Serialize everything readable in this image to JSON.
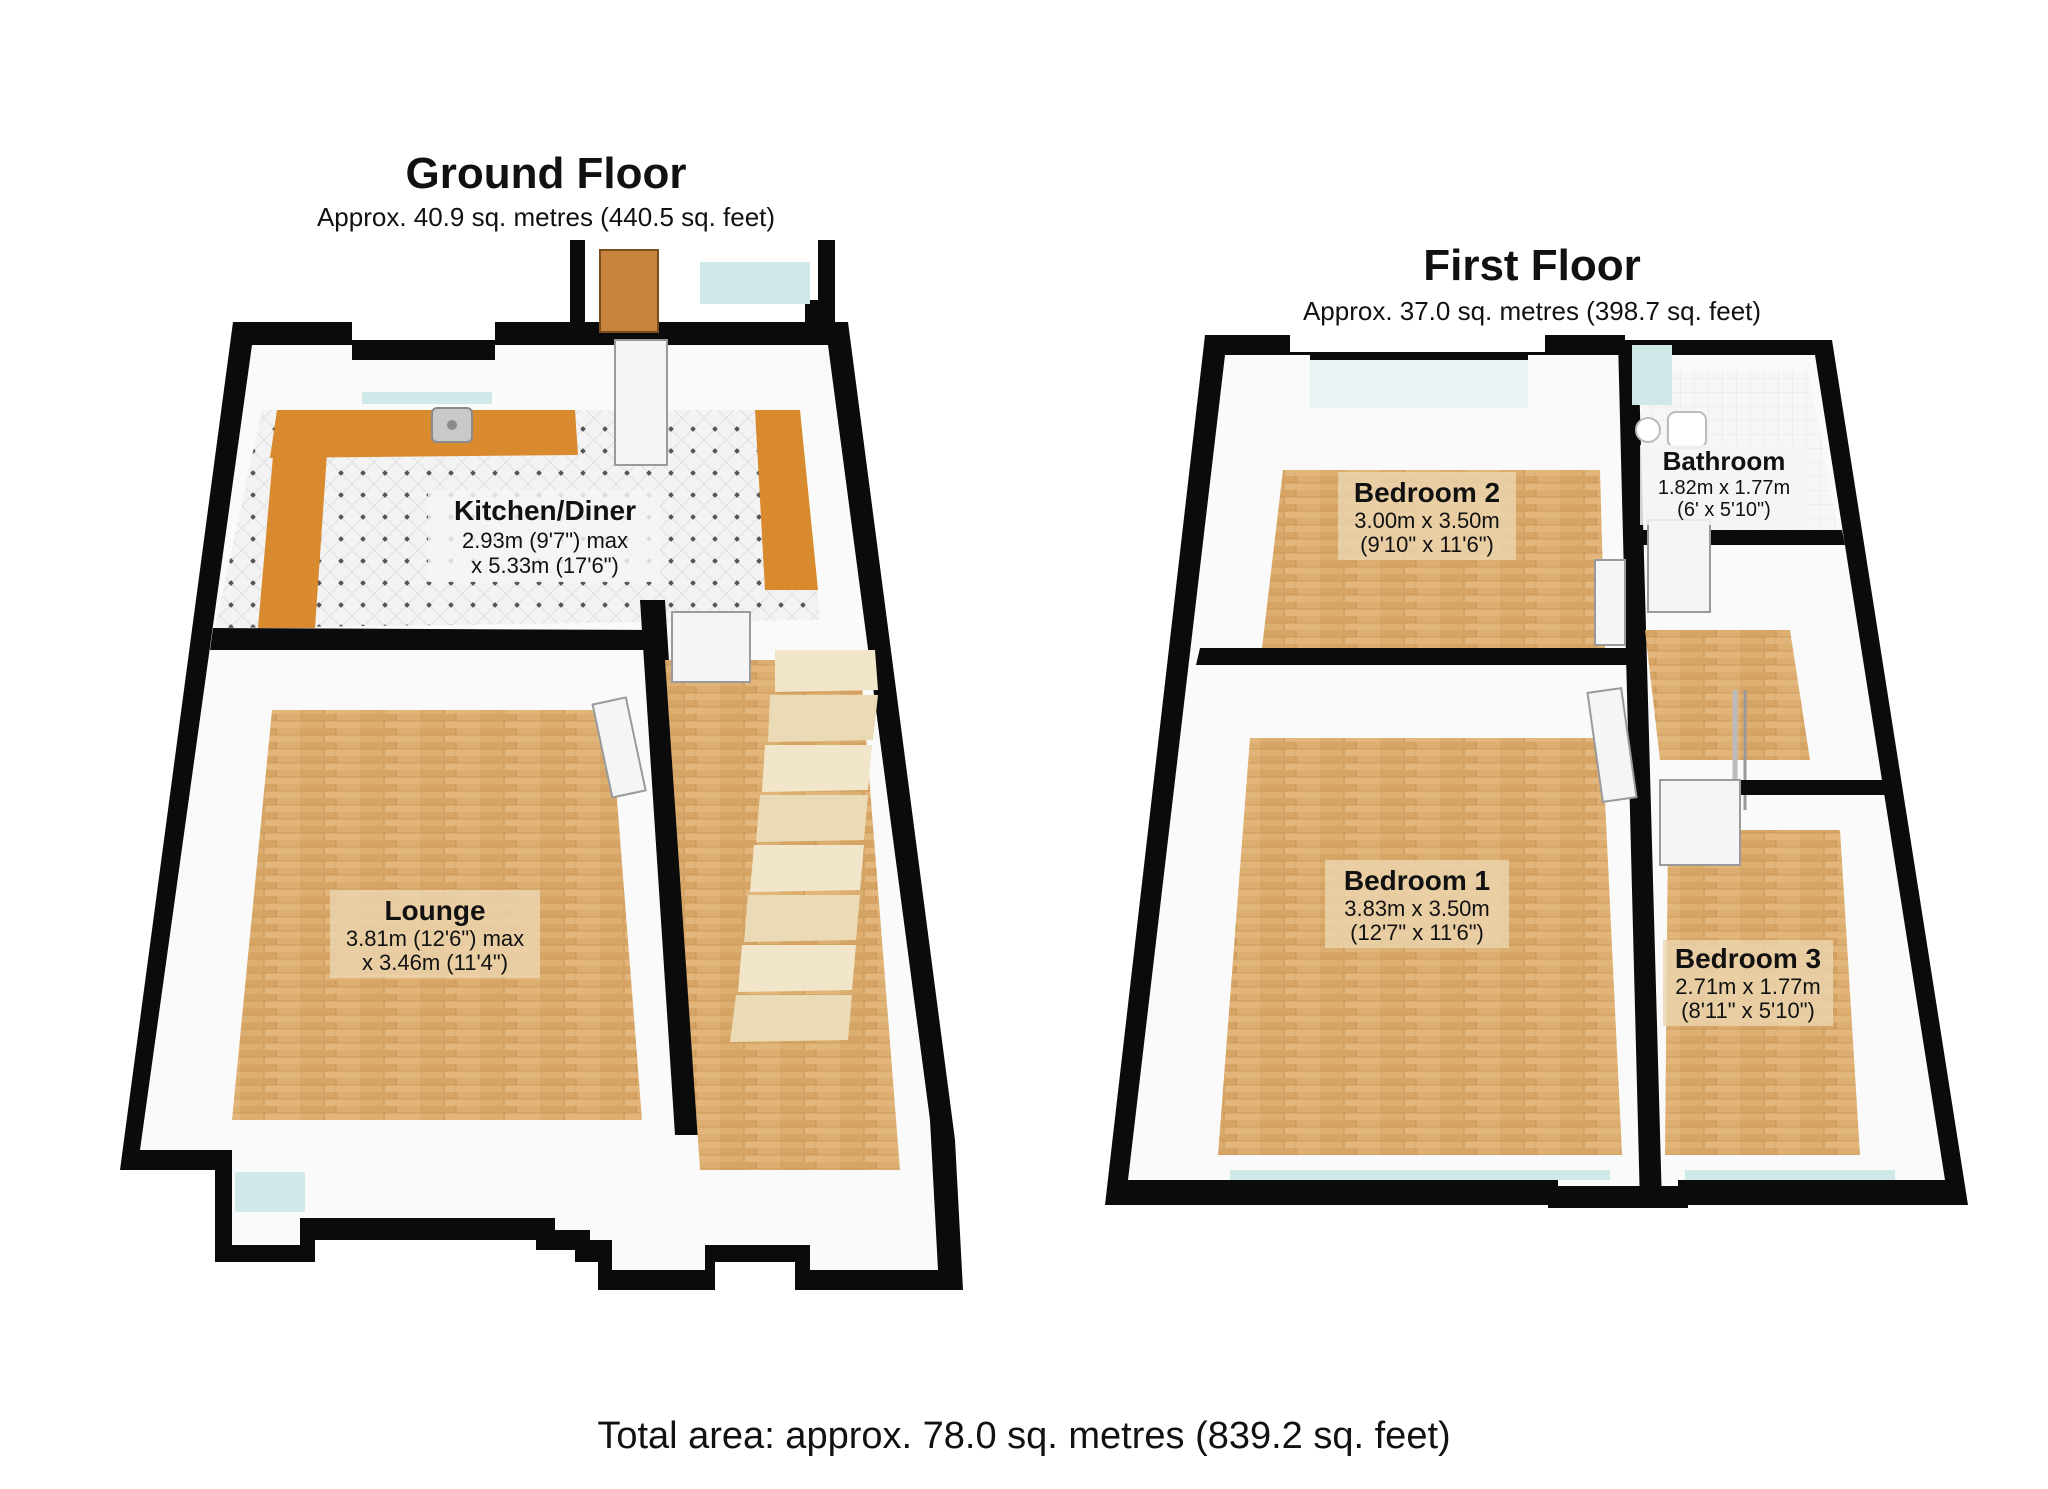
{
  "ground_floor": {
    "title": "Ground Floor",
    "area": "Approx. 40.9 sq. metres (440.5 sq. feet)",
    "rooms": {
      "kitchen": {
        "name": "Kitchen/Diner",
        "dim1": "2.93m (9'7\") max",
        "dim2": "x 5.33m (17'6\")"
      },
      "lounge": {
        "name": "Lounge",
        "dim1": "3.81m (12'6\") max",
        "dim2": "x 3.46m (11'4\")"
      }
    }
  },
  "first_floor": {
    "title": "First Floor",
    "area": "Approx. 37.0 sq. metres (398.7 sq. feet)",
    "rooms": {
      "bedroom2": {
        "name": "Bedroom 2",
        "dim1": "3.00m x 3.50m",
        "dim2": "(9'10\" x 11'6\")"
      },
      "bathroom": {
        "name": "Bathroom",
        "dim1": "1.82m x 1.77m",
        "dim2": "(6' x 5'10\")"
      },
      "bedroom1": {
        "name": "Bedroom 1",
        "dim1": "3.83m x 3.50m",
        "dim2": "(12'7\" x 11'6\")"
      },
      "bedroom3": {
        "name": "Bedroom 3",
        "dim1": "2.71m x 1.77m",
        "dim2": "(8'11\" x 5'10\")"
      }
    }
  },
  "total_area": "Total area: approx. 78.0 sq. metres (839.2 sq. feet)",
  "colors": {
    "wall": "#0b0b0b",
    "wood_floor": "#d9a96a",
    "tile_floor": "#f1f1f1",
    "worktop": "#d98a2e",
    "inner_wall": "#fafafa",
    "glass": "#cfe9e9"
  }
}
